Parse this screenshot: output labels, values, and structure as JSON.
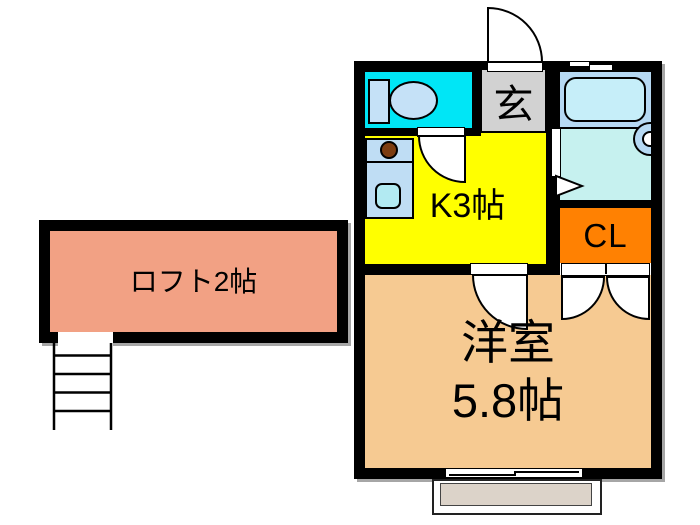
{
  "page": {
    "type": "Japanese apartment floor plan (madori-zu)",
    "background": "#ffffff"
  },
  "labels": {
    "genkan": "玄",
    "kitchen": "K3帖",
    "closet": "CL",
    "main_room_line1": "洋室",
    "main_room_line2": "5.8帖",
    "loft": "ロフト2帖"
  },
  "colors": {
    "wall": "#000000",
    "toilet_room": "#00e6f6",
    "kitchen": "#ffff00",
    "genkan": "#d2d2d2",
    "bathroom_deck": "#b6d9f3",
    "bathroom_floor": "#c6f1ef",
    "bathtub": "#c6eef9",
    "toilet_fixture": "#c5e1f7",
    "closet": "#ff8102",
    "main_room": "#f6ca92",
    "loft": "#f2a184",
    "counter": "#bfddf4",
    "sink": "#b2eaf2",
    "burner": "#7c3c10",
    "balcony_step": "#dcd3c9"
  },
  "fixtures": [
    {
      "name": "toilet-icon"
    },
    {
      "name": "bathtub-icon"
    },
    {
      "name": "washbasin-icon"
    },
    {
      "name": "stove-burner-icon"
    },
    {
      "name": "kitchen-sink-icon"
    },
    {
      "name": "entry-door-swing-icon"
    },
    {
      "name": "door-swing-icon"
    },
    {
      "name": "closet-double-door-icon"
    },
    {
      "name": "sliding-window-icon"
    },
    {
      "name": "ladder-icon"
    },
    {
      "name": "balcony-step-icon"
    }
  ]
}
